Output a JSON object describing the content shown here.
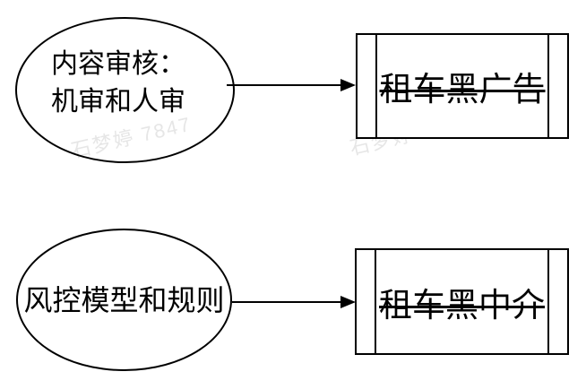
{
  "page": {
    "background": "#ffffff"
  },
  "watermark": {
    "text": "石梦婷 7847",
    "color": "#e6e6e6"
  },
  "diagram": {
    "stroke_color": "#000000",
    "nodes": {
      "content_review": {
        "shape": "ellipse",
        "line1": "内容审核：",
        "line2": "机审和人审"
      },
      "black_ads": {
        "shape": "predefined-process",
        "label": "租车黑广告",
        "strikethrough": true
      },
      "risk_model": {
        "shape": "ellipse",
        "label": "风控模型和规则"
      },
      "black_agency": {
        "shape": "predefined-process",
        "label": "租车黑中介",
        "strikethrough": true
      }
    },
    "edges": [
      {
        "from": "content_review",
        "to": "black_ads",
        "type": "arrow"
      },
      {
        "from": "risk_model",
        "to": "black_agency",
        "type": "arrow"
      }
    ]
  }
}
